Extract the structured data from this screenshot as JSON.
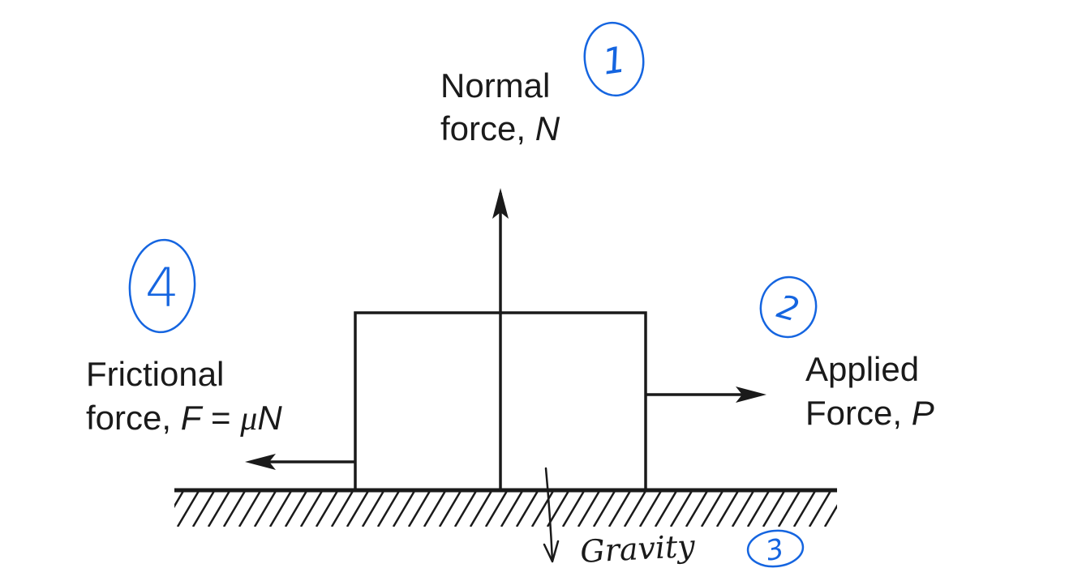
{
  "labels": {
    "normal_line1": "Normal",
    "normal_line2": "force, ",
    "normal_symbol": "N",
    "friction_line1": "Frictional",
    "friction_line2": "force, ",
    "friction_F": "F",
    "friction_eq": " = ",
    "friction_mu": "μ",
    "friction_N": "N",
    "applied_line1": "Applied",
    "applied_line2": "Force, ",
    "applied_symbol": "P"
  },
  "annotations": {
    "gravity_label": "Gravity",
    "markers": [
      "1",
      "2",
      "3",
      "4"
    ]
  },
  "colors": {
    "ink": "#1a1a1a",
    "annotation_blue": "#1565e0"
  }
}
